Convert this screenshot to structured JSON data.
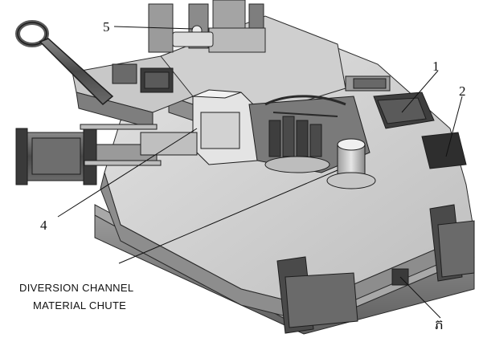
{
  "callouts": {
    "c1": "1",
    "c2": "2",
    "c4": "4",
    "c5": "5",
    "c6": "ភ"
  },
  "caption": {
    "line1": "DIVERSION CHANNEL",
    "line2": "MATERIAL CHUTE"
  },
  "colors": {
    "steel_light": "#d4d4d4",
    "steel_mid": "#b4b4b4",
    "steel_dark": "#7c7c7c",
    "steel_shadow": "#4a4a4a",
    "outline": "#2a2a2a"
  },
  "icons": {
    "lifting_eye": "lifting-eye-icon",
    "runner": "runner-system-icon"
  }
}
